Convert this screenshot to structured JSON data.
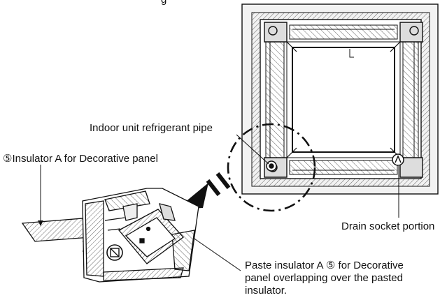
{
  "labels": {
    "top_fragment": "g",
    "refrigerant_pipe": "Indoor unit refrigerant pipe",
    "insulator_a": "⑤Insulator A for Decorative panel",
    "drain_socket": "Drain socket portion",
    "paste_line1": "Paste insulator A ⑤ for Decorative",
    "paste_line2": "panel overlapping over the pasted",
    "paste_line3": "insulator."
  },
  "colors": {
    "ink": "#111111",
    "paper": "#ffffff",
    "hatch": "#555555"
  }
}
